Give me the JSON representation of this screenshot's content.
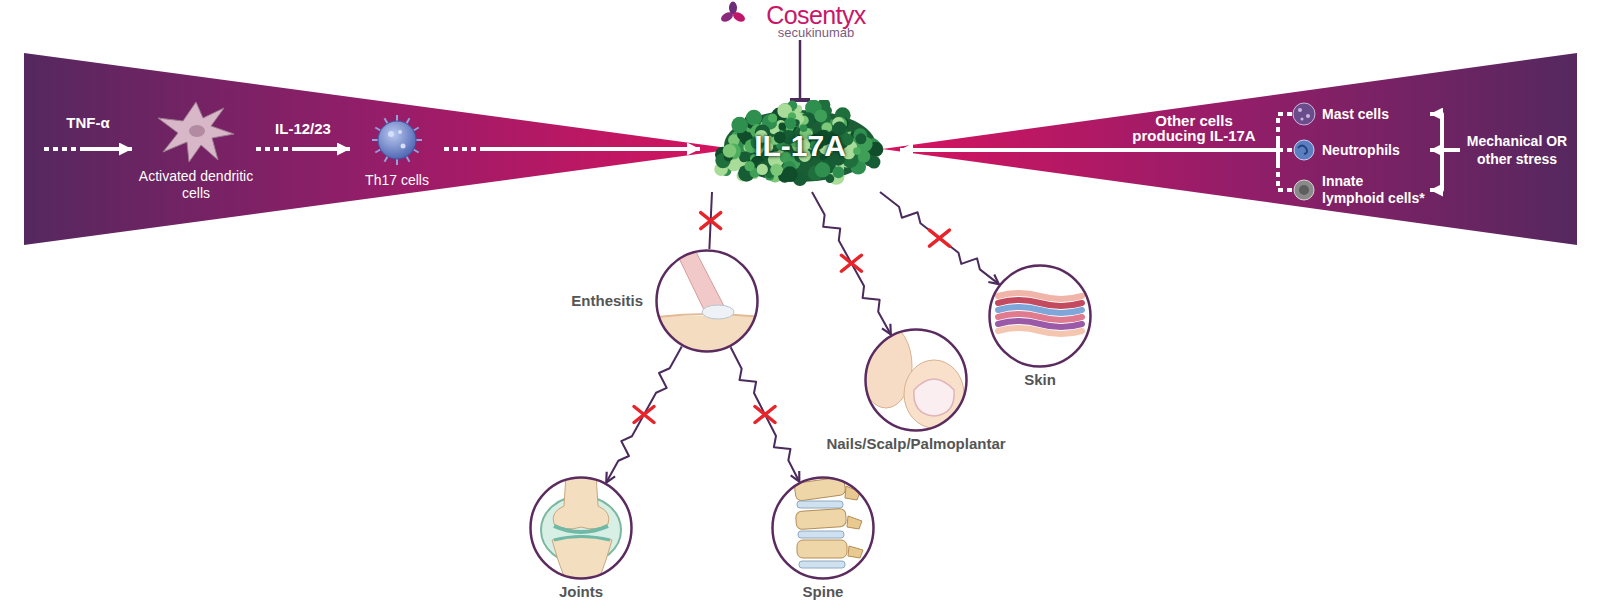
{
  "diagram": {
    "nodes": [
      {
        "text": [
          "Cosentyx",
          "secukinumab"
        ]
      },
      {
        "text": [
          "Activated dendritic cells"
        ]
      },
      {
        "text": [
          "Th17 cells"
        ]
      },
      {
        "text": [
          "IL-17A"
        ]
      },
      {
        "text": [
          "Mast cells"
        ]
      },
      {
        "text": [
          "Neutrophils"
        ]
      },
      {
        "text": [
          "Innate lymphoid cells*"
        ]
      },
      {
        "text": [
          "Mechanical OR other stress"
        ]
      },
      {
        "text": [
          "Enthesitis"
        ]
      },
      {
        "text": [
          "Nails/Scalp/Palmoplantar"
        ]
      },
      {
        "text": [
          "Skin"
        ]
      },
      {
        "text": [
          "Joints"
        ]
      },
      {
        "text": [
          "Spine"
        ]
      }
    ],
    "edges": [
      {
        "from": 0,
        "to": 3,
        "arrow": "to"
      },
      {
        "from": 1,
        "to": 2,
        "label": "IL-12/23",
        "arrow": "to"
      },
      {
        "from": 2,
        "to": 3,
        "arrow": "to"
      },
      {
        "from": 4,
        "to": 3,
        "label": "Other cells producing IL-17A",
        "arrow": "to"
      },
      {
        "from": 5,
        "to": 3,
        "arrow": "to"
      },
      {
        "from": 6,
        "to": 3,
        "arrow": "to"
      },
      {
        "from": 7,
        "to": 4,
        "arrow": "to"
      },
      {
        "from": 7,
        "to": 5,
        "arrow": "to"
      },
      {
        "from": 7,
        "to": 6,
        "arrow": "to"
      },
      {
        "from": 3,
        "to": 8,
        "arrow": "none"
      },
      {
        "from": 3,
        "to": 9,
        "arrow": "to"
      },
      {
        "from": 3,
        "to": 10,
        "arrow": "to"
      },
      {
        "from": 8,
        "to": 11,
        "arrow": "to"
      },
      {
        "from": 8,
        "to": 12,
        "arrow": "to"
      }
    ],
    "labels": [
      "TNF-α"
    ]
  }
}
